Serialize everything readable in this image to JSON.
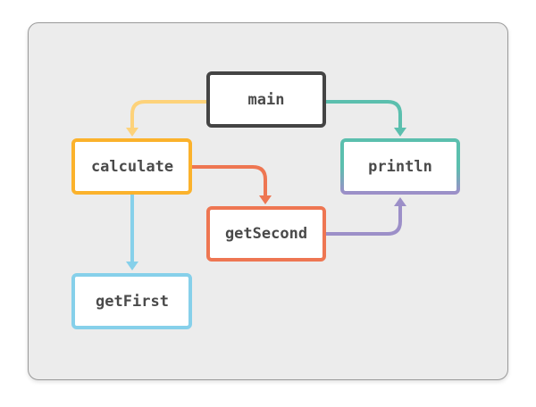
{
  "nodes": {
    "main": "main",
    "calculate": "calculate",
    "println": "println",
    "getSecond": "getSecond",
    "getFirst": "getFirst"
  },
  "colors": {
    "main": "#444444",
    "calculate": "#fbb22c",
    "println_top": "#5bbfae",
    "println_bottom": "#9c8fc8",
    "getSecond": "#ee7652",
    "getFirst": "#86d0ea",
    "edge_main_calculate": "#fdd27a",
    "edge_main_println": "#5bbfae",
    "edge_calculate_getSecond": "#ee7652",
    "edge_calculate_getFirst": "#86d0ea",
    "edge_getSecond_println": "#9c8fc8"
  },
  "edges": [
    {
      "from": "main",
      "to": "calculate"
    },
    {
      "from": "main",
      "to": "println"
    },
    {
      "from": "calculate",
      "to": "getSecond"
    },
    {
      "from": "calculate",
      "to": "getFirst"
    },
    {
      "from": "getSecond",
      "to": "println"
    }
  ]
}
